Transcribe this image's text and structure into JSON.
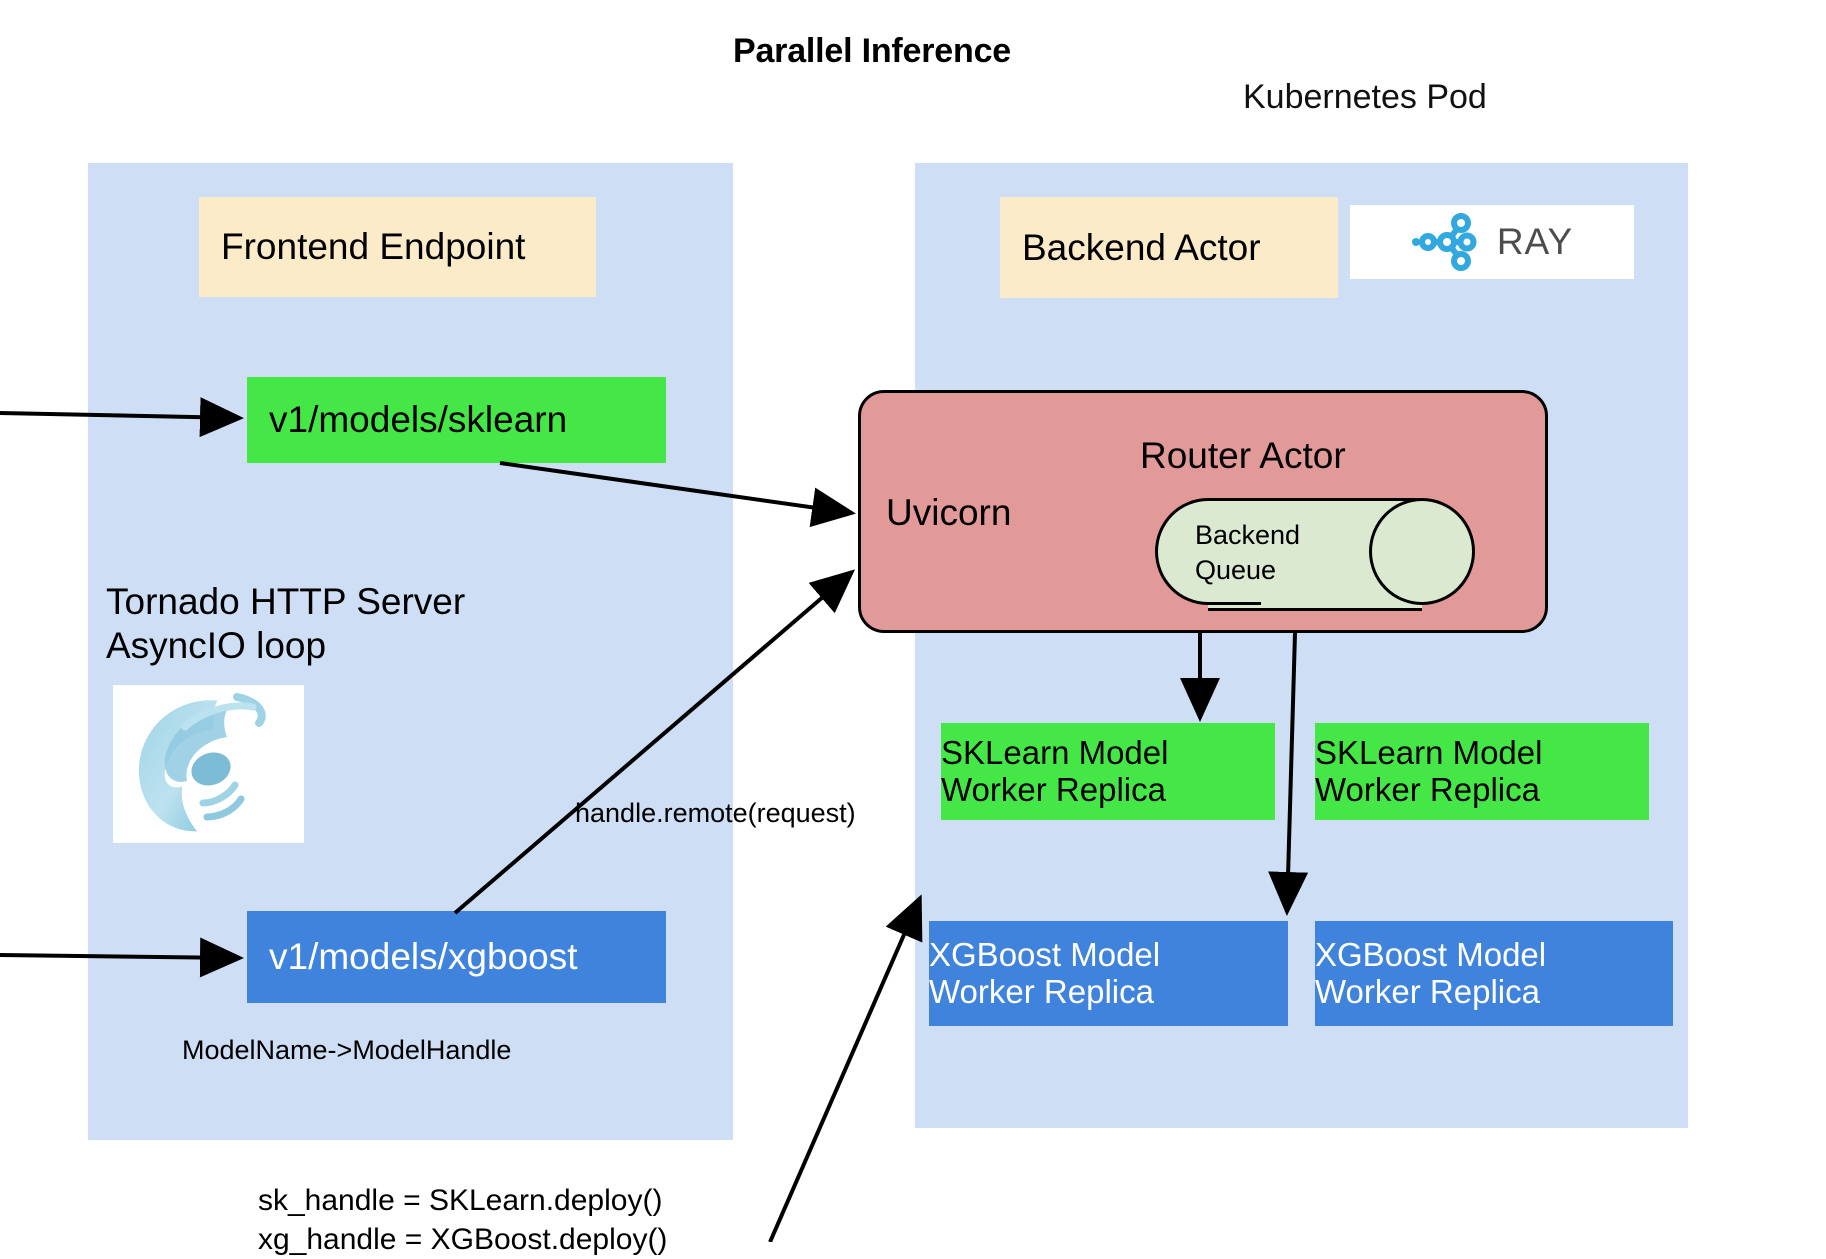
{
  "diagram": {
    "title": "Parallel Inference",
    "pod_title": "Kubernetes Pod"
  },
  "left_panel": {
    "frontend_endpoint": "Frontend Endpoint",
    "endpoint_sklearn": "v1/models/sklearn",
    "endpoint_xgboost": "v1/models/xgboost",
    "tornado_label": "Tornado HTTP Server\nAsyncIO loop",
    "tornado_logo_name": "tornado-logo",
    "model_handle_note": "ModelName->ModelHandle",
    "deploy_code": "sk_handle = SKLearn.deploy()\nxg_handle = XGBoost.deploy()"
  },
  "right_panel": {
    "backend_actor": "Backend Actor",
    "ray_logo_text": "RAY",
    "ray_logo_name": "ray-logo",
    "router": {
      "title": "Router Actor",
      "server": "Uvicorn",
      "queue": "Backend\nQueue"
    },
    "workers": [
      {
        "label": "SKLearn Model\nWorker Replica",
        "type": "sklearn"
      },
      {
        "label": "SKLearn Model\nWorker Replica",
        "type": "sklearn"
      },
      {
        "label": "XGBoost Model\nWorker Replica",
        "type": "xgboost"
      },
      {
        "label": "XGBoost Model\nWorker Replica",
        "type": "xgboost"
      }
    ]
  },
  "edges": {
    "handle_remote": "handle.remote(request)"
  },
  "colors": {
    "panel": "#cedef5",
    "cream": "#fcebc8",
    "green": "#45e747",
    "blue": "#4083dd",
    "router": "#e29a99",
    "queue": "#dbe9d0",
    "ray_blue": "#32a8e0",
    "arrow": "#000000"
  }
}
